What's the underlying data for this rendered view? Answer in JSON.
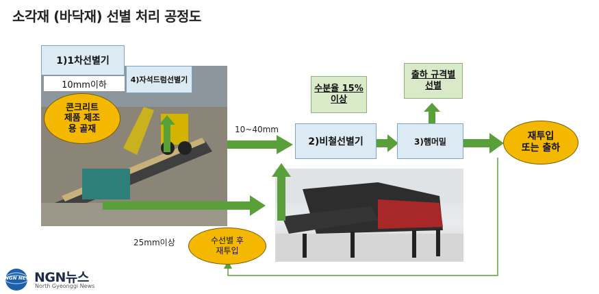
{
  "title": "소각재 (바닥재) 선별 처리 공정도",
  "boxes": {
    "primary_screen": "1)1차선별기",
    "size_under": "10mm이하",
    "magnetic_drum": "4)자석드럼선별기",
    "non_ferrous": "2)비철선별기",
    "hammer_mill": "3)햄머밀",
    "moisture": "수분율 15%\n이상",
    "shipping_spec": "출하 규격별\n선별"
  },
  "ellipses": {
    "concrete_aggregate": "콘크리트\n제품 제조\n용 골재",
    "reinput_or_ship": "재투입\n또는 출하",
    "hand_sort_reinput": "수선별 후\n재투입"
  },
  "labels": {
    "range_10_40": "10~40mm",
    "over_25": "25mm이상"
  },
  "logo": {
    "brand": "NGN뉴스",
    "subtitle": "North Gyeonggi News",
    "badge_text": "NGN NEWS"
  },
  "colors": {
    "arrow_green": "#5aa03a",
    "box_blue": "#dceaf3",
    "box_green": "#d8eac7",
    "ellipse_yellow": "#f5b800"
  }
}
